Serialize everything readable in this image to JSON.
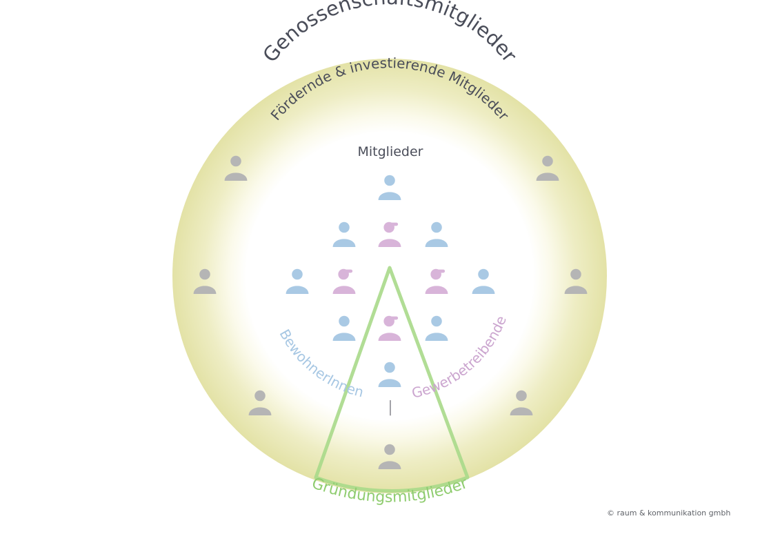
{
  "labels": {
    "cooperative_members": "Genossenschaftsmitglieder",
    "supporting_investing_members": "Fördernde & investierende Mitglieder",
    "members": "Mitglieder",
    "residents": "BewohnerInnen",
    "separator": "|",
    "businesses": "Gewerbetreibende",
    "founding_members": "Gründungsmitglieder"
  },
  "copyright": "© raum & kommunikation gmbh",
  "colors": {
    "ring": "#e3e2a6",
    "grey_person": "#b5b5b5",
    "blue_person": "#a9c9e4",
    "pink_person": "#d8b4d9",
    "green_outline": "#a8d98a",
    "text_dark": "#4a4d59"
  },
  "icons": {
    "grey_member": "person-icon",
    "resident": "person-icon",
    "business": "person-with-cap-icon"
  }
}
